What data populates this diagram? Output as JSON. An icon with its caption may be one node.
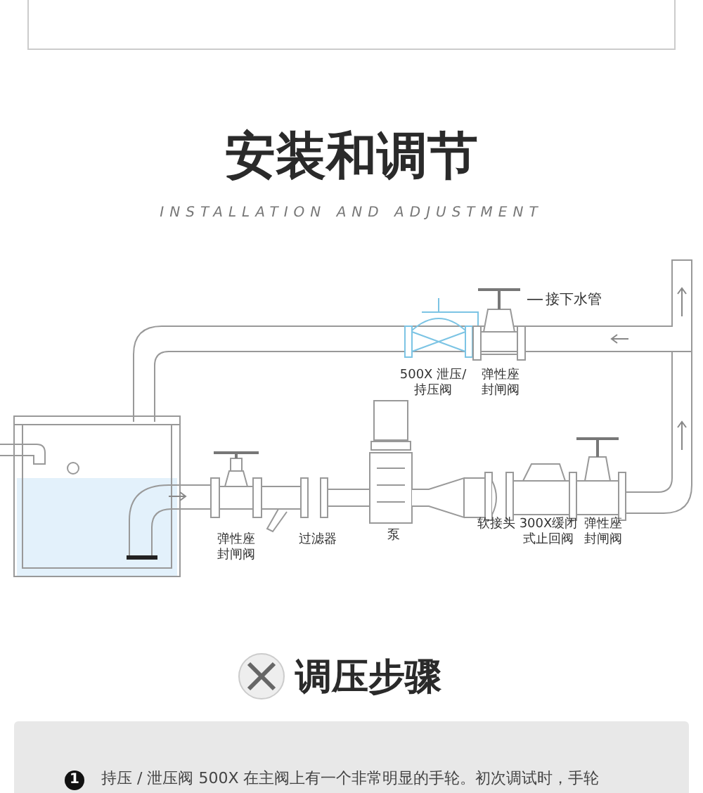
{
  "diagram": {
    "title": "安装和调节",
    "nodes": [
      {
        "text": [
          "接下水管"
        ]
      },
      {
        "text": [
          "1",
          "持压 / 泄压阀 500X 在主阀上有一个非常明显的手轮。初次调试时，手轮"
        ]
      },
      {
        "text": [],
        "shape": "valve",
        "beside": [
          "弹性座封闸阀"
        ]
      }
    ],
    "edges": [
      {
        "from": 0,
        "to": 2,
        "arrow": "none"
      }
    ],
    "labels": [
      "INSTALLATION AND ADJUSTMENT",
      "500X 泄压/持压阀",
      "弹性座封闸阀",
      "过滤器",
      "泵",
      "软接头",
      "300X缓闭式止回阀",
      "弹性座封闸阀",
      "调压步骤"
    ]
  }
}
